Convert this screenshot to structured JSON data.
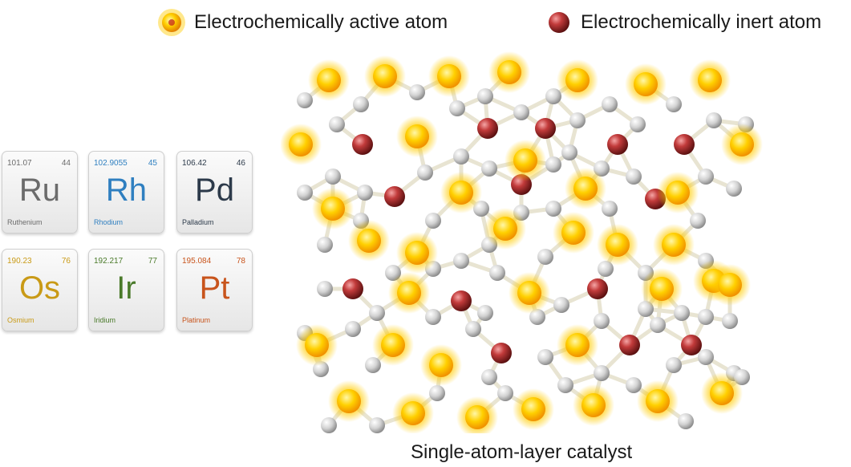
{
  "legend": {
    "active_label": "Electrochemically active atom",
    "inert_label": "Electrochemically inert atom"
  },
  "caption": "Single-atom-layer catalyst",
  "elements": [
    {
      "symbol": "Ru",
      "name": "Ruthenium",
      "mass": "101.07",
      "number": "44",
      "color": "#6b6b6b"
    },
    {
      "symbol": "Rh",
      "name": "Rhodium",
      "mass": "102.9055",
      "number": "45",
      "color": "#2f7fc0"
    },
    {
      "symbol": "Pd",
      "name": "Palladium",
      "mass": "106.42",
      "number": "46",
      "color": "#2c3a4a"
    },
    {
      "symbol": "Os",
      "name": "Osmium",
      "mass": "190.23",
      "number": "76",
      "color": "#c99a16"
    },
    {
      "symbol": "Ir",
      "name": "Iridium",
      "mass": "192.217",
      "number": "77",
      "color": "#4a7a2a"
    },
    {
      "symbol": "Pt",
      "name": "Platinum",
      "mass": "195.084",
      "number": "78",
      "color": "#c8541c"
    }
  ],
  "colors": {
    "active": "#ffd000",
    "active_glow": "#ffcc00",
    "inert": "#b8333a",
    "neutral": "#d9d9d9",
    "bond": "#e8e4d2"
  },
  "atom_icons": {
    "active": "gold-sphere-icon",
    "inert": "red-sphere-icon",
    "neutral": "gray-sphere-icon"
  }
}
